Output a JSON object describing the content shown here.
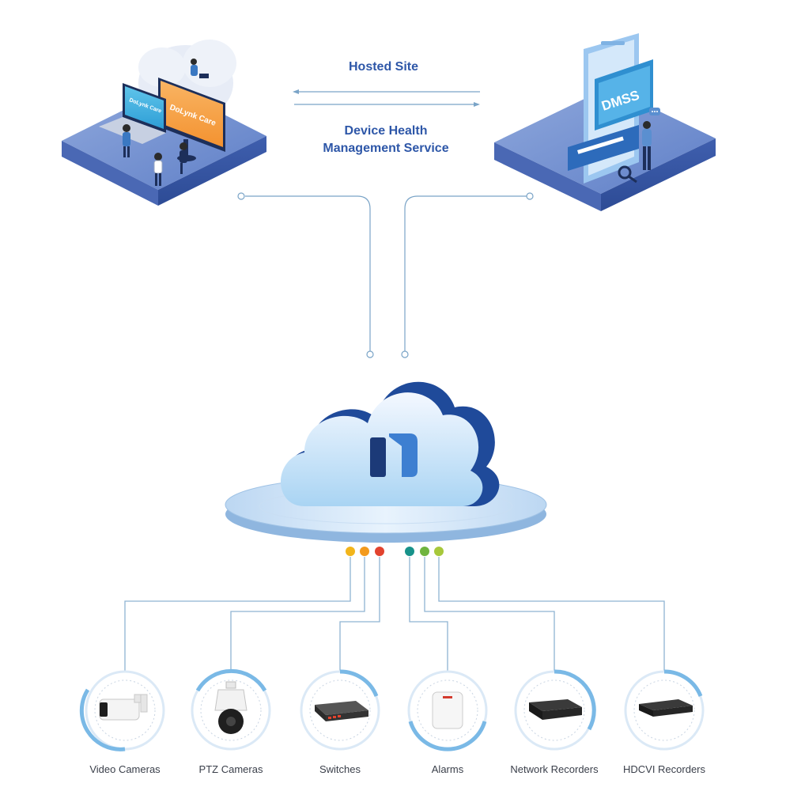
{
  "links": {
    "hosted_site": "Hosted Site",
    "device_health_line1": "Device Health",
    "device_health_line2": "Management Service"
  },
  "left_platform": {
    "monitor_brand": "DoLynk Care",
    "laptop_brand": "DoLynk Care"
  },
  "right_platform": {
    "app_name": "DMSS"
  },
  "status_dots": [
    "#f2b51b",
    "#f39a1d",
    "#e2432e",
    "#17928a",
    "#6fb43f",
    "#a7c83b"
  ],
  "devices": [
    {
      "label": "Video Cameras",
      "icon": "bullet-camera-icon"
    },
    {
      "label": "PTZ Cameras",
      "icon": "ptz-camera-icon"
    },
    {
      "label": "Switches",
      "icon": "network-switch-icon"
    },
    {
      "label": "Alarms",
      "icon": "alarm-hub-icon"
    },
    {
      "label": "Network Recorders",
      "icon": "nvr-icon"
    },
    {
      "label": "HDCVI Recorders",
      "icon": "xvr-icon"
    }
  ],
  "colors": {
    "accent_blue": "#2e57a8",
    "line_blue": "#7aa4c7",
    "cloud_dark": "#1f3f8a"
  }
}
